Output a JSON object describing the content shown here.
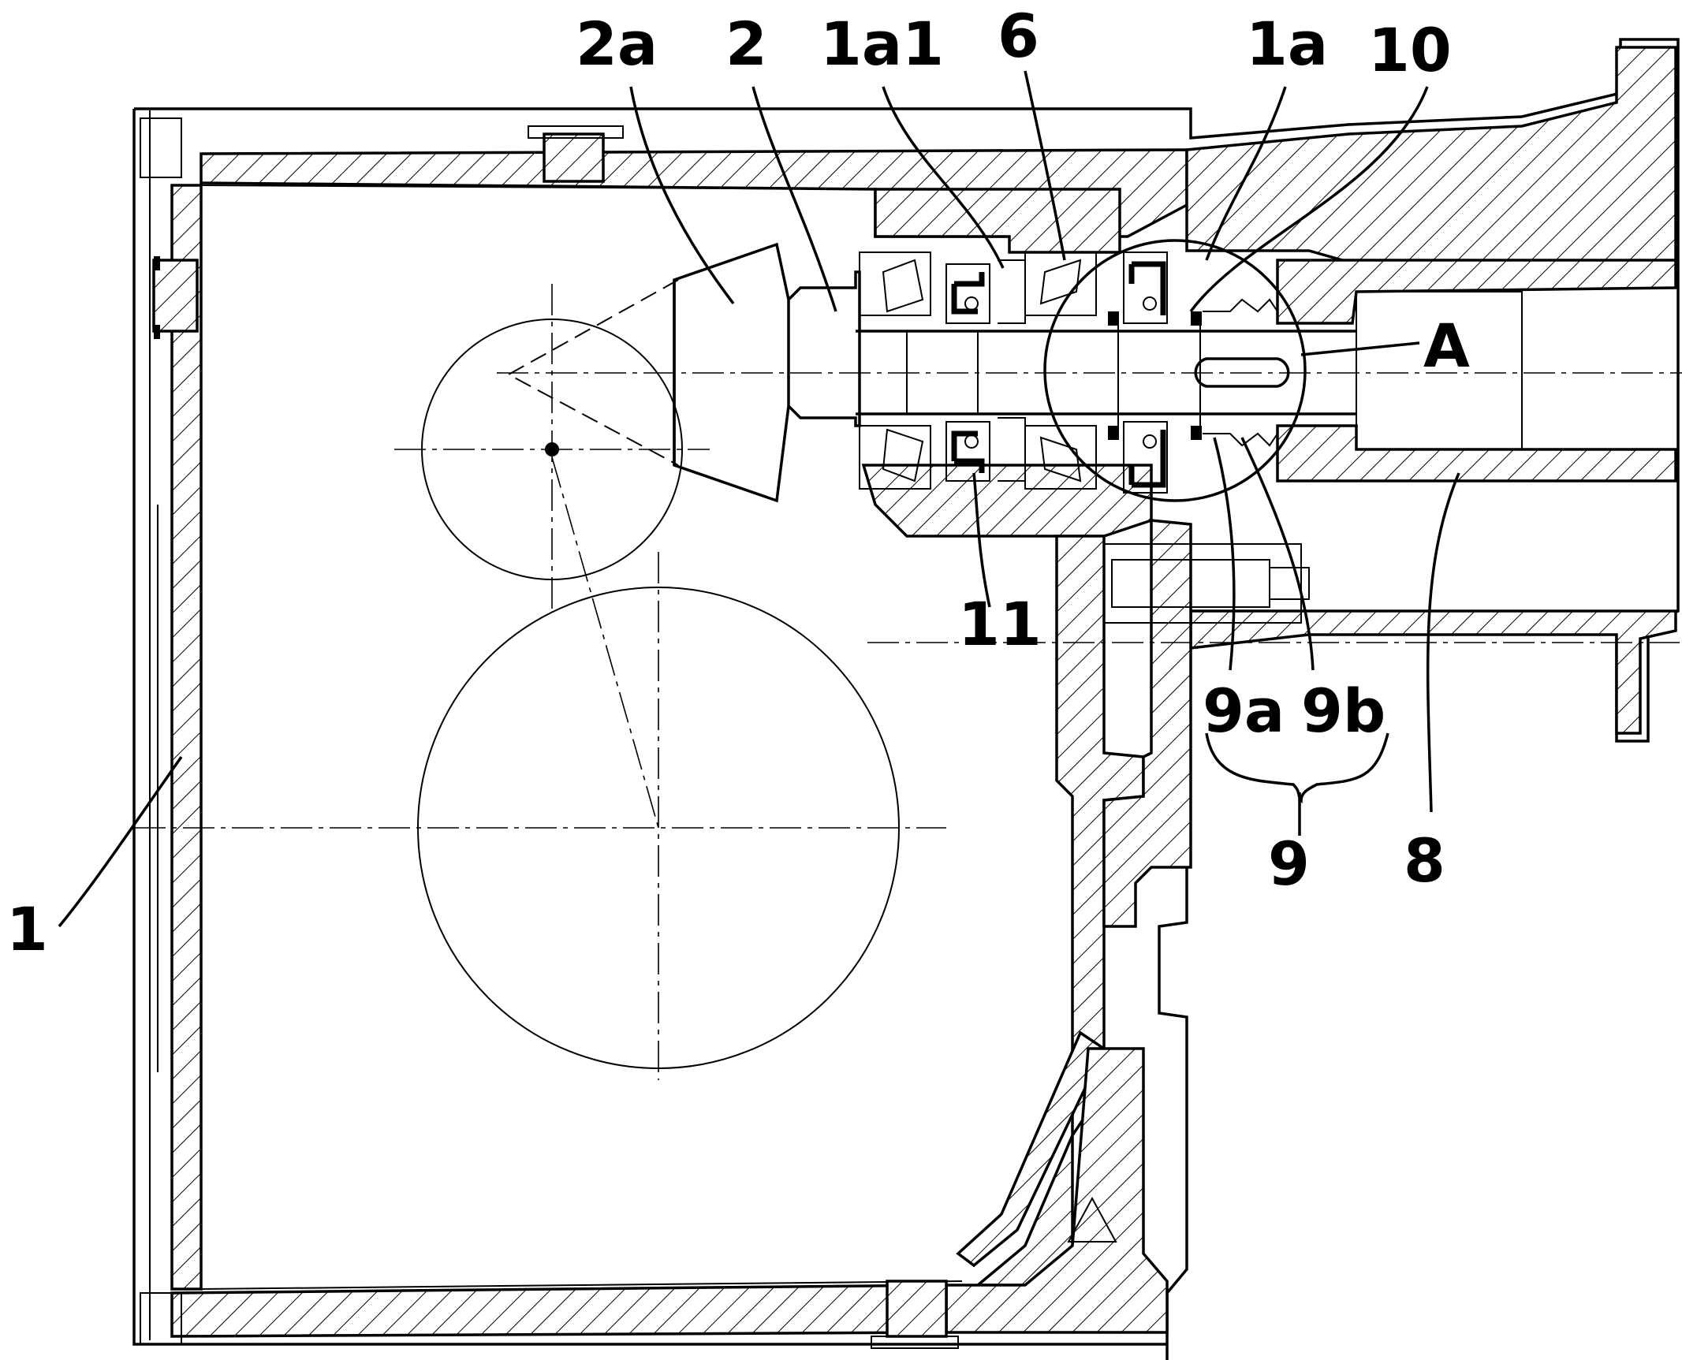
{
  "labels": {
    "l_2a": "2a",
    "l_2": "2",
    "l_1a1": "1a1",
    "l_6": "6",
    "l_1a": "1a",
    "l_10": "10",
    "l_A": "A",
    "l_11": "11",
    "l_9a": "9a",
    "l_9b": "9b",
    "l_9": "9",
    "l_8": "8",
    "l_1": "1"
  }
}
